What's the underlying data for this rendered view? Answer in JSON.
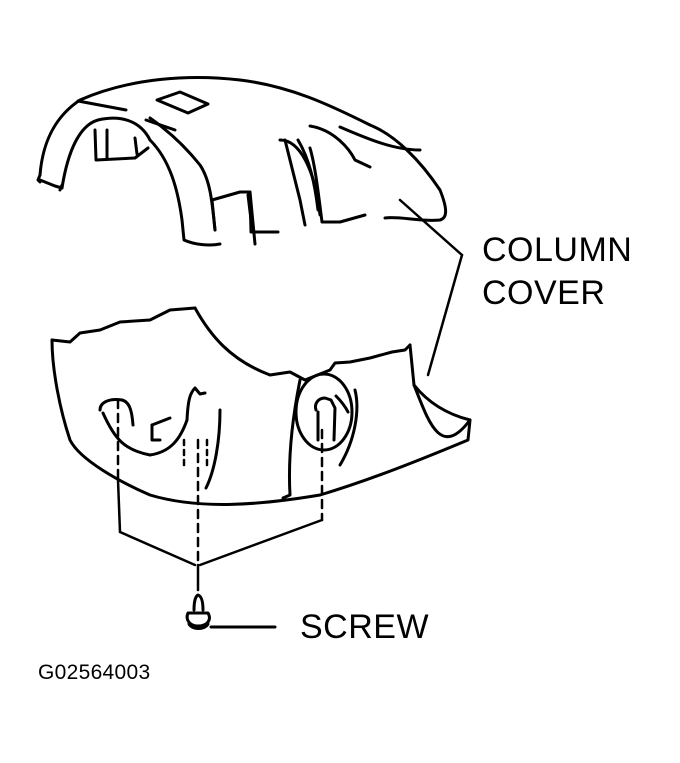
{
  "diagram": {
    "callouts": {
      "column_cover_line1": "COLUMN",
      "column_cover_line2": "COVER",
      "screw": "SCREW"
    },
    "figure_id": "G02564003",
    "parts": [
      "upper-column-cover",
      "lower-column-cover",
      "screw"
    ],
    "colors": {
      "ink": "#000000",
      "background": "#ffffff"
    }
  }
}
